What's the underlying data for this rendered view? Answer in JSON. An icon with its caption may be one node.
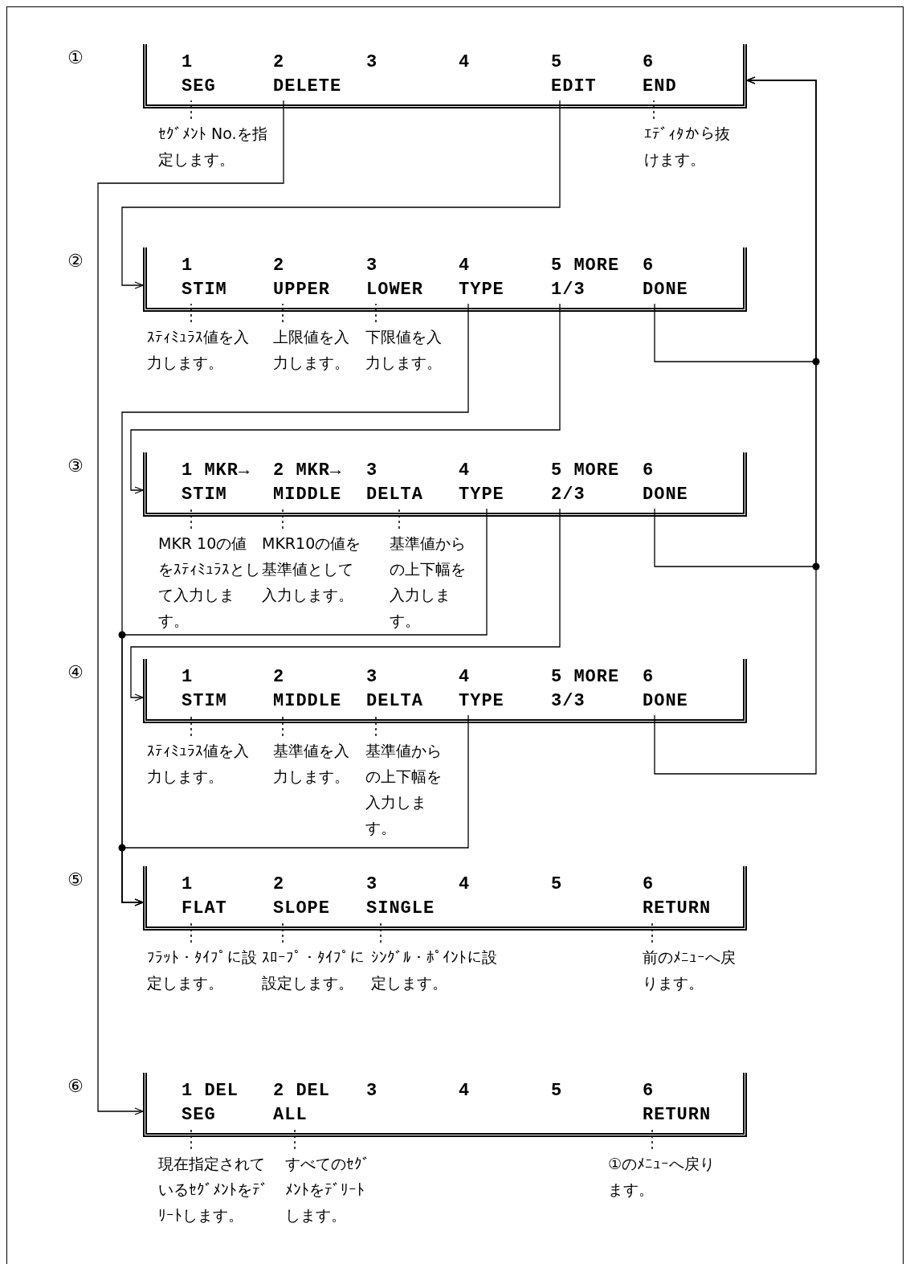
{
  "diagram": {
    "nodes": [
      {
        "text": [],
        "shape": "box"
      },
      {
        "text": [
          "1",
          "SEG"
        ],
        "in": 0
      },
      {
        "text": [
          "2",
          "DELETE"
        ],
        "in": 0
      },
      {
        "text": [
          "3"
        ],
        "in": 0
      },
      {
        "text": [
          "4"
        ],
        "in": 0
      },
      {
        "text": [
          "5",
          "EDIT"
        ],
        "in": 0
      },
      {
        "text": [
          "6",
          "END"
        ],
        "in": 0
      },
      {
        "text": [
          "ｾｸﾞﾒﾝﾄ No.を指定します。"
        ]
      },
      {
        "text": [
          "ｴﾃﾞｨﾀから抜けます。"
        ]
      },
      {
        "text": [],
        "shape": "box"
      },
      {
        "text": [
          "1",
          "STIM"
        ],
        "in": 9
      },
      {
        "text": [
          "2",
          "UPPER"
        ],
        "in": 9
      },
      {
        "text": [
          "3",
          "LOWER"
        ],
        "in": 9
      },
      {
        "text": [
          "4",
          "TYPE"
        ],
        "in": 9
      },
      {
        "text": [
          "5 MORE",
          "1/3"
        ],
        "in": 9
      },
      {
        "text": [
          "6",
          "DONE"
        ],
        "in": 9
      },
      {
        "text": [
          "ｽﾃｨﾐｭﾗｽ値を入力します。"
        ]
      },
      {
        "text": [
          "上限値を入力します。"
        ]
      },
      {
        "text": [
          "下限値を入力します。"
        ]
      },
      {
        "text": [],
        "shape": "box"
      },
      {
        "text": [
          "1 MKR→",
          "STIM"
        ],
        "in": 19
      },
      {
        "text": [
          "2 MKR→",
          "MIDDLE"
        ],
        "in": 19
      },
      {
        "text": [
          "3",
          "DELTA"
        ],
        "in": 19
      },
      {
        "text": [
          "4",
          "TYPE"
        ],
        "in": 19
      },
      {
        "text": [
          "5 MORE",
          "2/3"
        ],
        "in": 19
      },
      {
        "text": [
          "6",
          "DONE"
        ],
        "in": 19
      },
      {
        "text": [
          "MKR 10の値をｽﾃｨﾐｭﾗｽとして入力します。"
        ]
      },
      {
        "text": [
          "MKR10の値を基準値として入力します。"
        ]
      },
      {
        "text": [
          "基準値からの上下幅を入力します。"
        ]
      },
      {
        "text": [],
        "shape": "box"
      },
      {
        "text": [
          "1",
          "STIM"
        ],
        "in": 29
      },
      {
        "text": [
          "2",
          "MIDDLE"
        ],
        "in": 29
      },
      {
        "text": [
          "3",
          "DELTA"
        ],
        "in": 29
      },
      {
        "text": [
          "4",
          "TYPE"
        ],
        "in": 29
      },
      {
        "text": [
          "5 MORE",
          "3/3"
        ],
        "in": 29
      },
      {
        "text": [
          "6",
          "DONE"
        ],
        "in": 29
      },
      {
        "text": [
          "ｽﾃｨﾐｭﾗｽ値を入力します。"
        ]
      },
      {
        "text": [
          "基準値を入力します。"
        ]
      },
      {
        "text": [
          "基準値からの上下幅を入力します。"
        ]
      },
      {
        "text": [],
        "shape": "box"
      },
      {
        "text": [
          "1",
          "FLAT"
        ],
        "in": 39
      },
      {
        "text": [
          "2",
          "SLOPE"
        ],
        "in": 39
      },
      {
        "text": [
          "3",
          "SINGLE"
        ],
        "in": 39
      },
      {
        "text": [
          "4"
        ],
        "in": 39
      },
      {
        "text": [
          "5"
        ],
        "in": 39
      },
      {
        "text": [
          "6",
          "RETURN"
        ],
        "in": 39
      },
      {
        "text": [
          "ﾌﾗｯﾄ・ﾀｲﾌﾟに設定します。"
        ]
      },
      {
        "text": [
          "ｽﾛｰﾌﾟ・ﾀｲﾌﾟに設定します。"
        ]
      },
      {
        "text": [
          "ｼﾝｸﾞﾙ・ﾎﾟｲﾝﾄに設定します。"
        ]
      },
      {
        "text": [
          "前のﾒﾆｭｰへ戻ります。"
        ]
      },
      {
        "text": [],
        "shape": "box"
      },
      {
        "text": [
          "1 DEL",
          "SEG"
        ],
        "in": 50
      },
      {
        "text": [
          "2 DEL",
          "ALL"
        ],
        "in": 50
      },
      {
        "text": [
          "3"
        ],
        "in": 50
      },
      {
        "text": [
          "4"
        ],
        "in": 50
      },
      {
        "text": [
          "5"
        ],
        "in": 50
      },
      {
        "text": [
          "6",
          "RETURN"
        ],
        "in": 50
      },
      {
        "text": [
          "現在指定されているｾｸﾞﾒﾝﾄをﾃﾞﾘｰﾄします。"
        ]
      },
      {
        "text": [
          "すべてのｾｸﾞﾒﾝﾄをﾃﾞﾘｰﾄします。"
        ]
      },
      {
        "text": [
          "①のﾒﾆｭｰへ戻ります。"
        ]
      }
    ],
    "edges": [
      {
        "from": 2,
        "to": 50,
        "arrow": "to"
      },
      {
        "from": 5,
        "to": 9,
        "arrow": "to"
      },
      {
        "from": 13,
        "to": 39,
        "arrow": "to"
      },
      {
        "from": 14,
        "to": 19,
        "arrow": "to"
      },
      {
        "from": 15,
        "to": 0,
        "arrow": "to"
      },
      {
        "from": 23,
        "to": 39,
        "arrow": "to"
      },
      {
        "from": 24,
        "to": 29,
        "arrow": "to"
      },
      {
        "from": 25,
        "to": 0,
        "arrow": "to"
      },
      {
        "from": 33,
        "to": 39,
        "arrow": "to"
      },
      {
        "from": 35,
        "to": 0,
        "arrow": "to"
      },
      {
        "from": 7,
        "to": 1,
        "arrow": "none",
        "style": "dashed"
      },
      {
        "from": 8,
        "to": 6,
        "arrow": "none",
        "style": "dashed"
      },
      {
        "from": 16,
        "to": 10,
        "arrow": "none",
        "style": "dashed"
      },
      {
        "from": 17,
        "to": 11,
        "arrow": "none",
        "style": "dashed"
      },
      {
        "from": 18,
        "to": 12,
        "arrow": "none",
        "style": "dashed"
      },
      {
        "from": 26,
        "to": 20,
        "arrow": "none",
        "style": "dashed"
      },
      {
        "from": 27,
        "to": 21,
        "arrow": "none",
        "style": "dashed"
      },
      {
        "from": 28,
        "to": 22,
        "arrow": "none",
        "style": "dashed"
      },
      {
        "from": 36,
        "to": 30,
        "arrow": "none",
        "style": "dashed"
      },
      {
        "from": 37,
        "to": 31,
        "arrow": "none",
        "style": "dashed"
      },
      {
        "from": 38,
        "to": 32,
        "arrow": "none",
        "style": "dashed"
      },
      {
        "from": 46,
        "to": 40,
        "arrow": "none",
        "style": "dashed"
      },
      {
        "from": 47,
        "to": 41,
        "arrow": "none",
        "style": "dashed"
      },
      {
        "from": 48,
        "to": 42,
        "arrow": "none",
        "style": "dashed"
      },
      {
        "from": 49,
        "to": 45,
        "arrow": "none",
        "style": "dashed"
      },
      {
        "from": 57,
        "to": 51,
        "arrow": "none",
        "style": "dashed"
      },
      {
        "from": 58,
        "to": 52,
        "arrow": "none",
        "style": "dashed"
      },
      {
        "from": 59,
        "to": 56,
        "arrow": "none",
        "style": "dashed"
      }
    ],
    "labels": [
      "①",
      "②",
      "③",
      "④",
      "⑤",
      "⑥"
    ]
  }
}
